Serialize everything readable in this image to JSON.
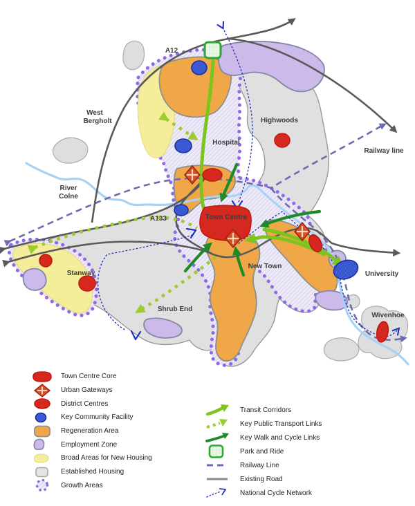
{
  "map": {
    "labels": {
      "a12": "A12",
      "west_bergholt": [
        "West",
        "Bergholt"
      ],
      "highwoods": "Highwoods",
      "railway_line": "Railway line",
      "hospital": "Hospital",
      "river_colne": [
        "River",
        "Colne"
      ],
      "a133": "A133",
      "town_centre": "Town Centre",
      "new_town": "New Town",
      "stanway": "Stanway",
      "shrub_end": "Shrub End",
      "university": "University",
      "wivenhoe": "Wivenhoe"
    }
  },
  "legend": {
    "left": [
      "Town Centre Core",
      "Urban Gateways",
      "District Centres",
      "Key Community Facility",
      "Regeneration Area",
      "Employment Zone",
      "Broad Areas for New Housing",
      "Established Housing",
      "Growth Areas"
    ],
    "right": [
      "Transit Corridors",
      "Key Public Transport Links",
      "Key Walk and Cycle Links",
      "Park and Ride",
      "Railway Line",
      "Existing Road",
      "National Cycle Network"
    ]
  },
  "colors": {
    "core_red": "#ef4034",
    "regeneration_orange": "#f7b863",
    "employment_purple": "#ddd1f2",
    "new_housing_yellow": "#fcfabb",
    "community_blue": "#5b7ae6",
    "growth_dot_violet": "#8f68e8",
    "transit_green": "#7cc51e",
    "walk_cycle_green": "#1e8a28",
    "railway_blue": "#6b6bb0",
    "road_gray": "#5a5a5a",
    "river_blue": "#a6d2f5",
    "cycle_network_blue": "#2233bb",
    "park_ride_green": "#2ea835"
  }
}
